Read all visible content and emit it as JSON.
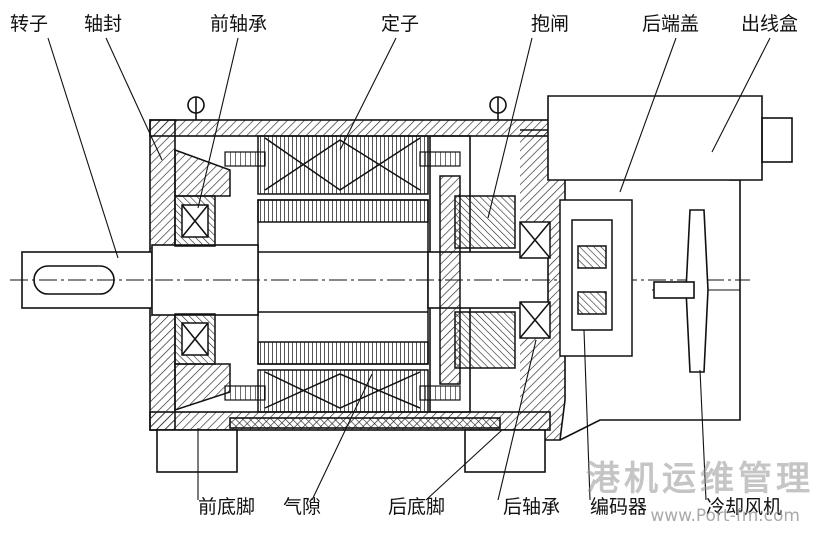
{
  "labels": {
    "rotor": "转子",
    "shaft_seal": "轴封",
    "front_bearing": "前轴承",
    "stator": "定子",
    "brake": "抱闸",
    "rear_end_cover": "后端盖",
    "junction_box": "出线盒",
    "front_foot": "前底脚",
    "air_gap": "气隙",
    "rear_foot": "后底脚",
    "rear_bearing": "后轴承",
    "encoder": "编码器",
    "cooling_fan": "冷却风机"
  },
  "watermark": {
    "text": "港机运维管理",
    "url": "www.Port-fm.com"
  }
}
